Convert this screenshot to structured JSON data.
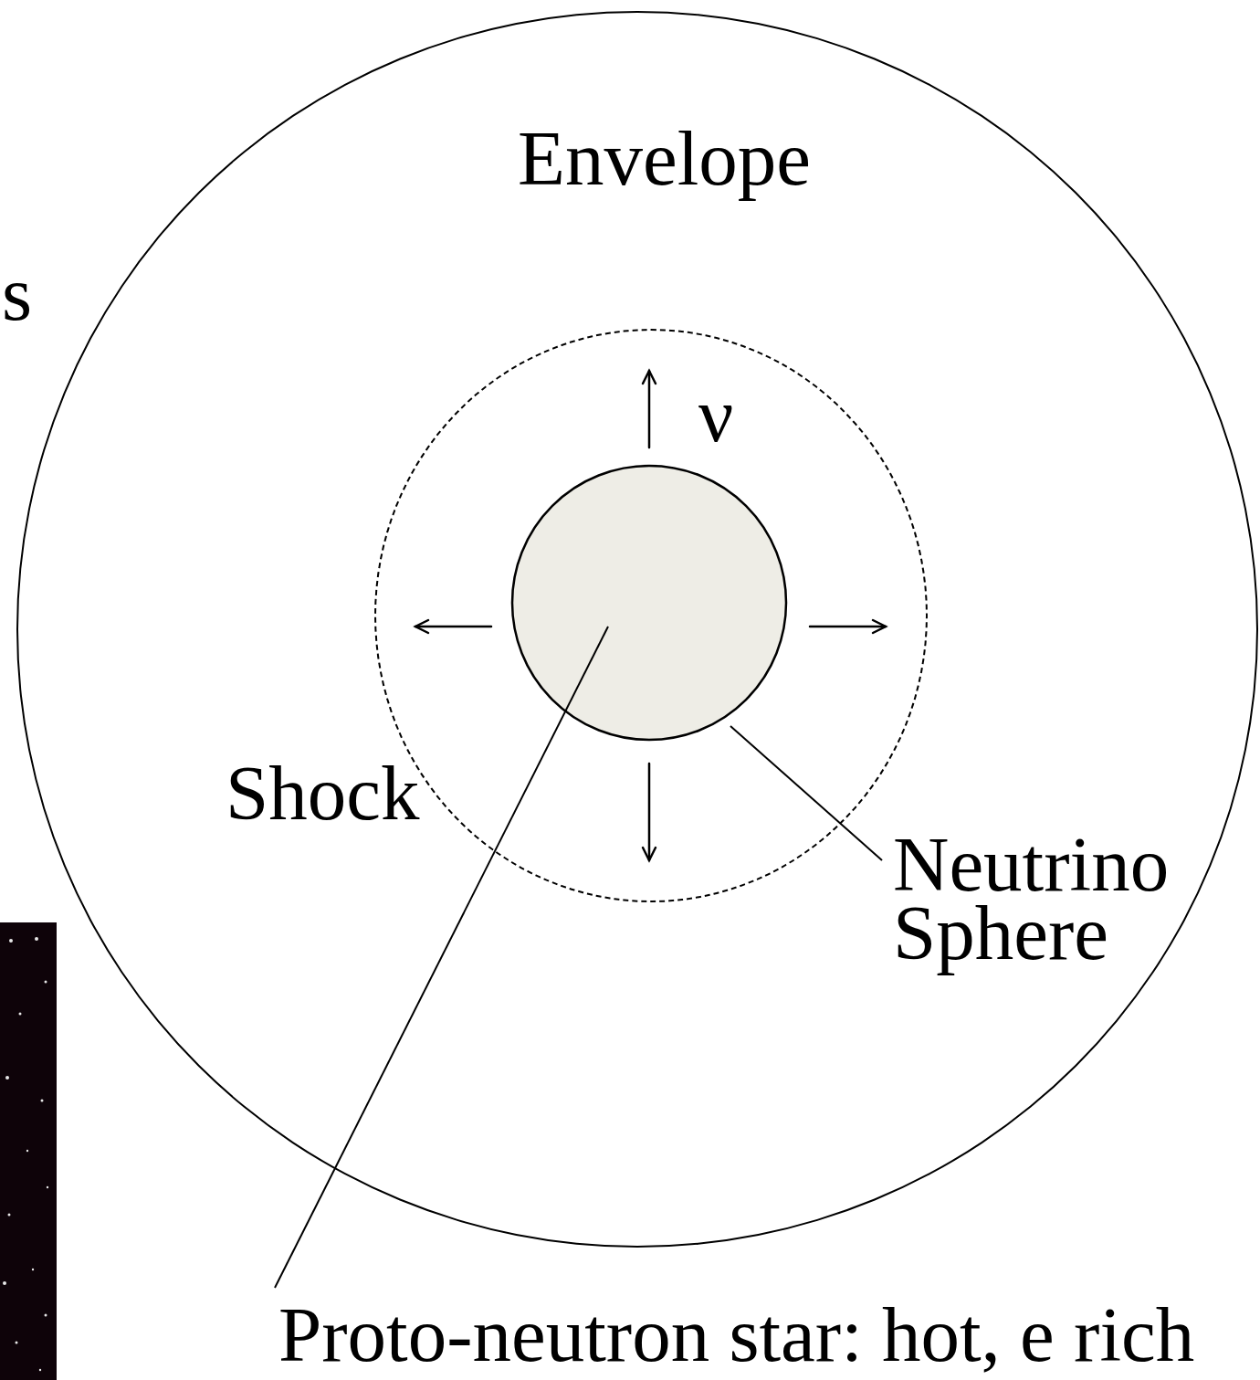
{
  "diagram": {
    "nodes": [
      {
        "text": [
          "Envelope"
        ]
      },
      {
        "text": [
          "Shock"
        ],
        "in": 0
      }
    ],
    "labels": [
      "s",
      "ν",
      "Neutrino Sphere",
      "Proto-neutron star: hot, e rich"
    ]
  }
}
